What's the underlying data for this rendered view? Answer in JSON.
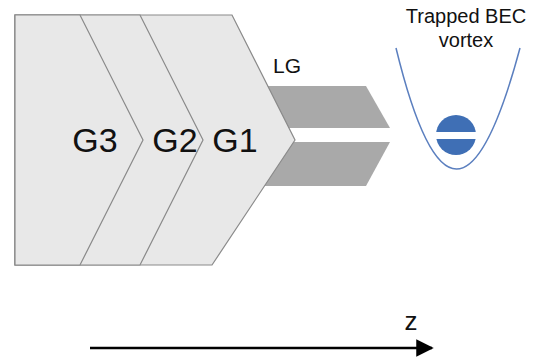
{
  "diagram": {
    "nodes": [
      {
        "text": [
          "G3"
        ]
      },
      {
        "text": [
          "G2"
        ]
      },
      {
        "text": [
          "G1"
        ]
      }
    ],
    "labels": [
      "LG",
      "Trapped BEC vortex",
      "z"
    ]
  }
}
